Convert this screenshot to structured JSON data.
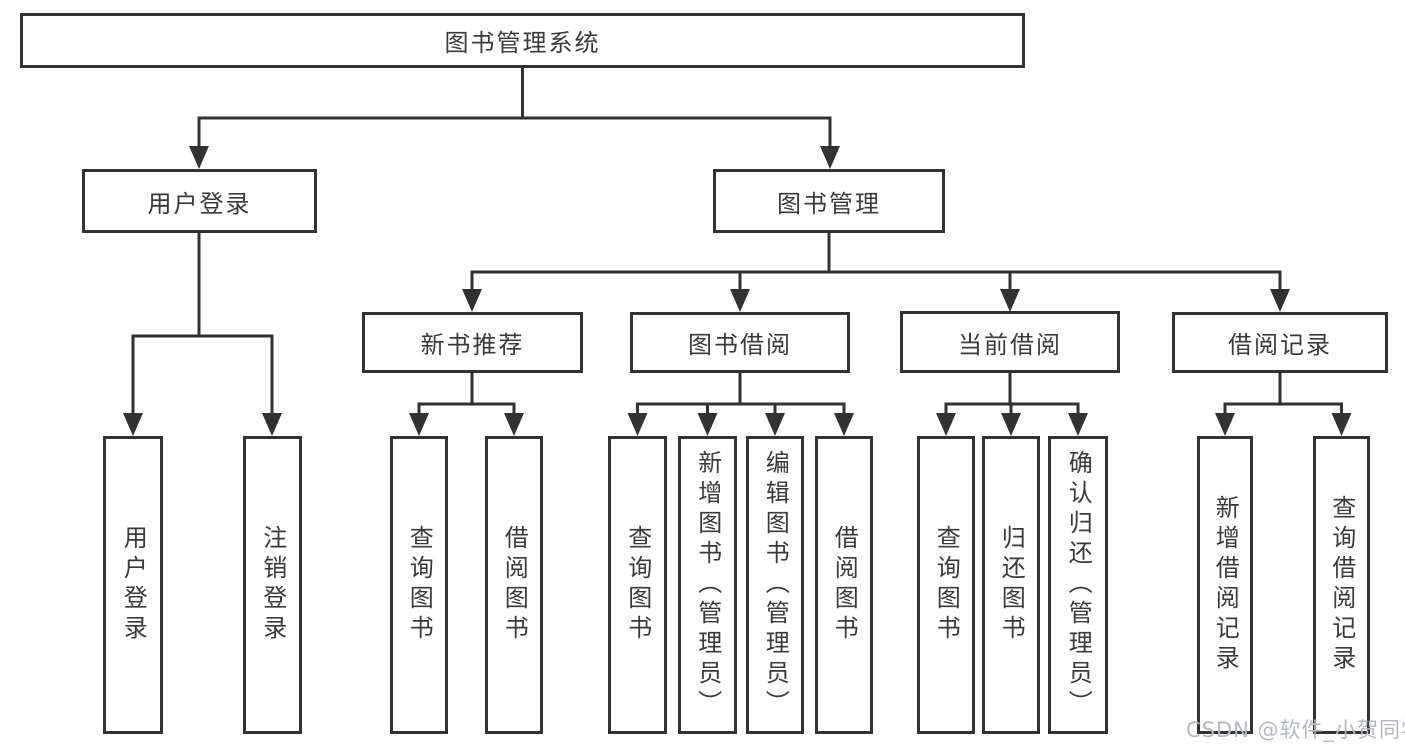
{
  "tree": {
    "root": {
      "label": "图书管理系统"
    },
    "branches": [
      {
        "label": "用户登录",
        "children": [
          {
            "label": "用户登录"
          },
          {
            "label": "注销登录"
          }
        ]
      },
      {
        "label": "图书管理",
        "children": [
          {
            "label": "新书推荐",
            "children": [
              {
                "label": "查询图书"
              },
              {
                "label": "借阅图书"
              }
            ]
          },
          {
            "label": "图书借阅",
            "children": [
              {
                "label": "查询图书"
              },
              {
                "label": "新增图书（管理员）"
              },
              {
                "label": "编辑图书（管理员）"
              },
              {
                "label": "借阅图书"
              }
            ]
          },
          {
            "label": "当前借阅",
            "children": [
              {
                "label": "查询图书"
              },
              {
                "label": "归还图书"
              },
              {
                "label": "确认归还（管理员）"
              }
            ]
          },
          {
            "label": "借阅记录",
            "children": [
              {
                "label": "新增借阅记录"
              },
              {
                "label": "查询借阅记录"
              }
            ]
          }
        ]
      }
    ]
  },
  "watermark": {
    "text": "CSDN @软件_小贺同学",
    "color": "#b4b8bc"
  },
  "colors": {
    "line": "#323232",
    "box_border": "#323232",
    "text": "#3a3a3a",
    "background": "#ffffff"
  }
}
